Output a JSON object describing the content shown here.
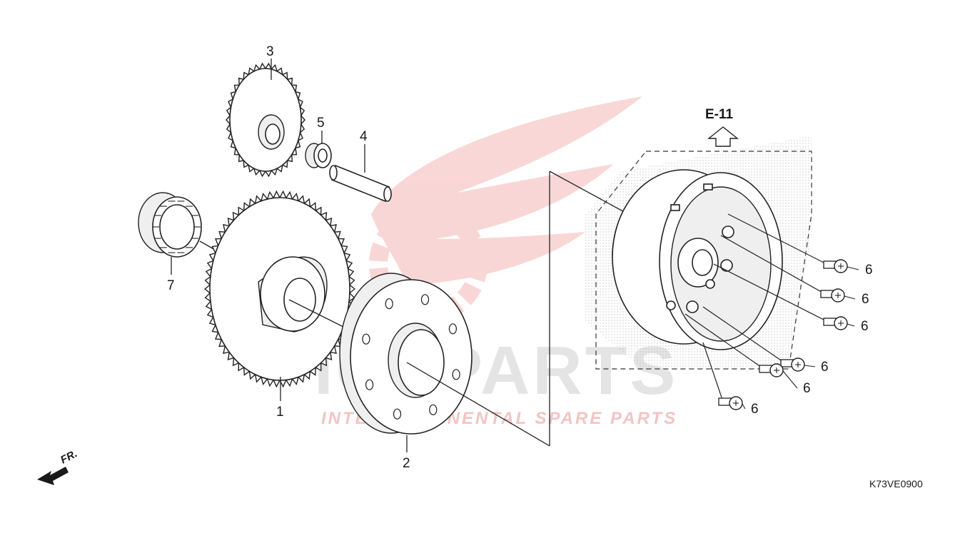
{
  "diagram": {
    "reference_label": "E-11",
    "drawing_code": "K73VE0900",
    "front_marker": "FR.",
    "callouts": [
      {
        "id": "1",
        "text": "1"
      },
      {
        "id": "2",
        "text": "2"
      },
      {
        "id": "3",
        "text": "3"
      },
      {
        "id": "4",
        "text": "4"
      },
      {
        "id": "5",
        "text": "5"
      },
      {
        "id": "6a",
        "text": "6"
      },
      {
        "id": "6b",
        "text": "6"
      },
      {
        "id": "6c",
        "text": "6"
      },
      {
        "id": "6d",
        "text": "6"
      },
      {
        "id": "6e",
        "text": "6"
      },
      {
        "id": "6f",
        "text": "6"
      },
      {
        "id": "7",
        "text": "7"
      }
    ]
  },
  "watermark": {
    "brand": "ICSPARTS",
    "tagline": "INTERCONTINENTAL SPARE PARTS",
    "logo_color": "#e84a4a"
  },
  "colors": {
    "line": "#222222",
    "background": "#ffffff"
  }
}
